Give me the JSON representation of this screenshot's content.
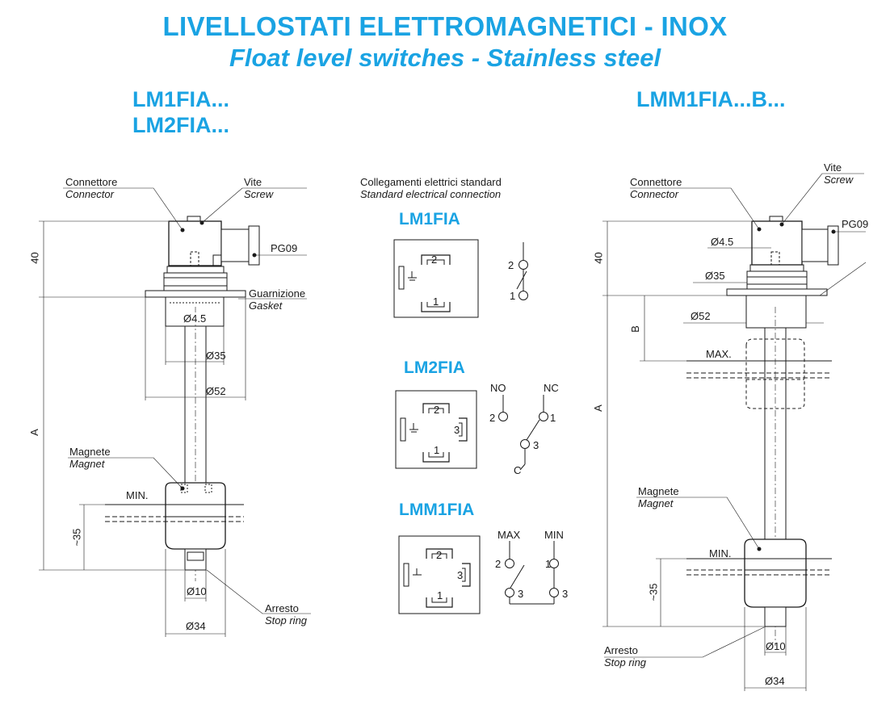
{
  "header": {
    "title_it": "LIVELLOSTATI ELETTROMAGNETICI - INOX",
    "title_en": "Float level switches - Stainless steel"
  },
  "left": {
    "model_1": "LM1FIA...",
    "model_2": "LM2FIA...",
    "connector_it": "Connettore",
    "connector_en": "Connector",
    "screw_it": "Vite",
    "screw_en": "Screw",
    "pg": "PG09",
    "gasket_it": "Guarnizione",
    "gasket_en": "Gasket",
    "magnet_it": "Magnete",
    "magnet_en": "Magnet",
    "stop_it": "Arresto",
    "stop_en": "Stop ring",
    "min": "MIN.",
    "dim_40": "40",
    "dim_a": "A",
    "dim_35": "~35",
    "d45": "Ø4.5",
    "d35": "Ø35",
    "d52": "Ø52",
    "d10": "Ø10",
    "d34": "Ø34"
  },
  "middle": {
    "heading_it": "Collegamenti elettrici standard",
    "heading_en": "Standard electrical connection",
    "lm1fia": {
      "title": "LM1FIA",
      "pin2": "2",
      "pin1": "1",
      "sw2": "2",
      "sw1": "1"
    },
    "lm2fia": {
      "title": "LM2FIA",
      "pin2": "2",
      "pin1": "1",
      "pin3": "3",
      "no": "NO",
      "nc": "NC",
      "sw2": "2",
      "sw1": "1",
      "sw3": "3",
      "c": "C"
    },
    "lmm1fia": {
      "title": "LMM1FIA",
      "pin2": "2",
      "pin1": "1",
      "pin3": "3",
      "max": "MAX",
      "min": "MIN",
      "sw2": "2",
      "sw1": "1",
      "sw3a": "3",
      "sw3b": "3"
    }
  },
  "right": {
    "model": "LMM1FIA...B...",
    "connector_it": "Connettore",
    "connector_en": "Connector",
    "screw_it": "Vite",
    "screw_en": "Screw",
    "pg": "PG09",
    "magnet_it": "Magnete",
    "magnet_en": "Magnet",
    "stop_it": "Arresto",
    "stop_en": "Stop ring",
    "max": "MAX.",
    "min": "MIN.",
    "dim_40": "40",
    "dim_b": "B",
    "dim_a": "A",
    "dim_35": "~35",
    "d45": "Ø4.5",
    "d35": "Ø35",
    "d52": "Ø52",
    "d10": "Ø10",
    "d34": "Ø34"
  }
}
